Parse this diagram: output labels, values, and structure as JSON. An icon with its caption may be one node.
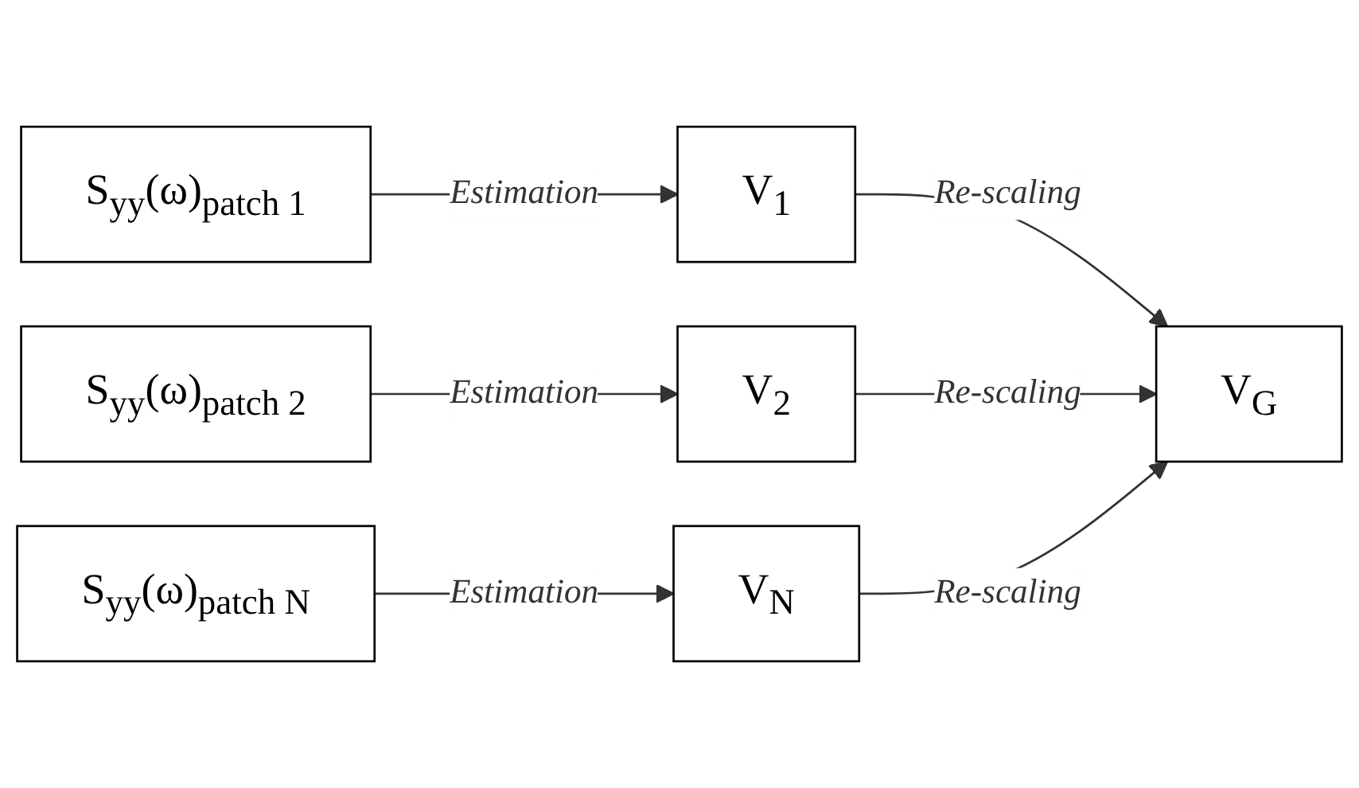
{
  "diagram": {
    "nodes": [
      {
        "text": [
          "S$_{yy}$(ω)$_{patch 1}$"
        ]
      },
      {
        "text": [
          "S$_{yy}$(ω)$_{patch 2}$"
        ]
      },
      {
        "text": [
          "S$_{yy}$(ω)$_{patch N}$"
        ]
      },
      {
        "text": [
          "V$_{1}$"
        ]
      },
      {
        "text": [
          "V$_{2}$"
        ]
      },
      {
        "text": [
          "V$_{N}$"
        ]
      },
      {
        "text": [
          "V$_{G}$"
        ]
      }
    ],
    "edges": [
      {
        "from": 0,
        "to": 3,
        "arrow": "to",
        "label": "Estimation"
      },
      {
        "from": 1,
        "to": 4,
        "arrow": "to",
        "label": "Estimation"
      },
      {
        "from": 2,
        "to": 5,
        "arrow": "to",
        "label": "Estimation"
      },
      {
        "from": 3,
        "to": 6,
        "arrow": "to",
        "label": "Re-scaling"
      },
      {
        "from": 4,
        "to": 6,
        "arrow": "to",
        "label": "Re-scaling"
      },
      {
        "from": 5,
        "to": 6,
        "arrow": "to",
        "label": "Re-scaling"
      }
    ]
  }
}
